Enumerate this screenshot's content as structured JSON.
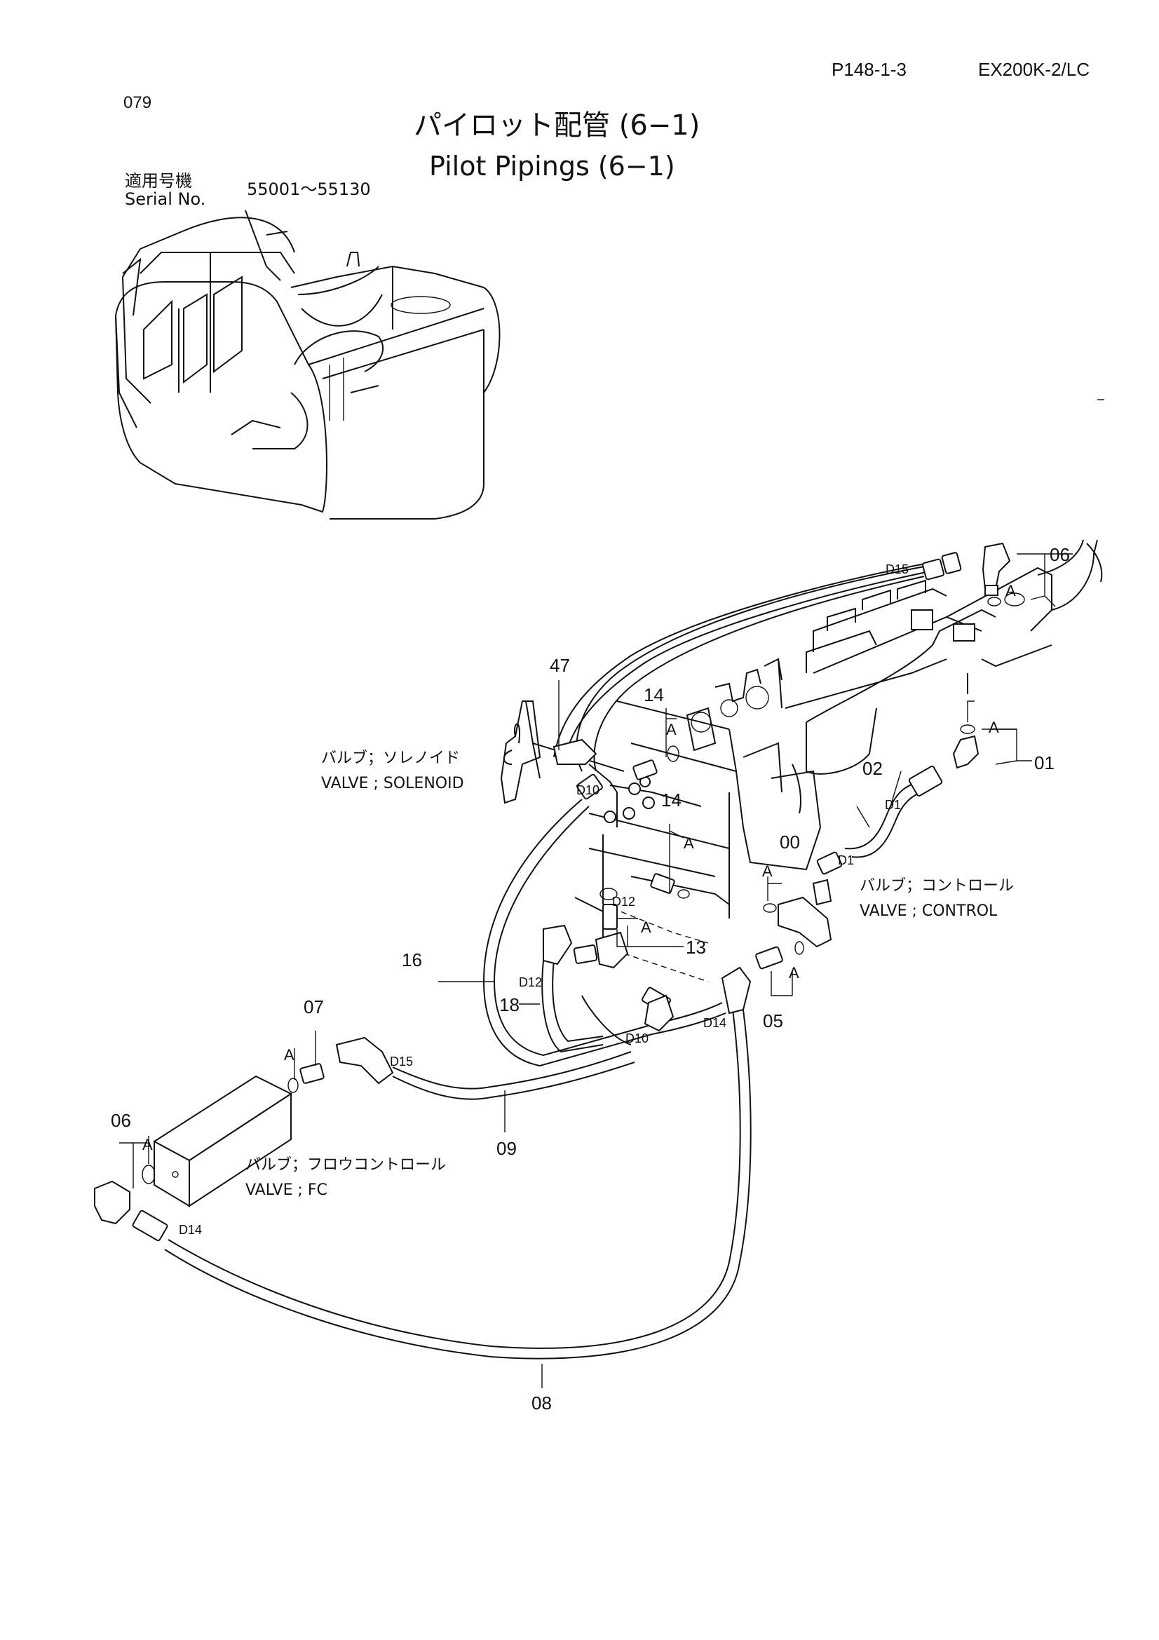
{
  "header": {
    "page_code": "P148-1-3",
    "model": "EX200K-2/LC",
    "page_number": "079"
  },
  "title": {
    "jp": "パイロット配管 (6−1)",
    "en": "Pilot Pipings (6−1)"
  },
  "serial": {
    "label_jp": "適用号機",
    "label_en": "Serial No.",
    "range": "55001〜55130"
  },
  "components": {
    "solenoid_jp": "バルブ；ソレノイド",
    "solenoid_en": "VALVE ; SOLENOID",
    "control_jp": "バルブ；コントロール",
    "control_en": "VALVE ; CONTROL",
    "fc_jp": "バルブ；フロウコントロール",
    "fc_en": "VALVE ; FC"
  },
  "callouts": {
    "p06_top": "06",
    "p01": "01",
    "p02": "02",
    "p00": "00",
    "p05": "05",
    "p13": "13",
    "p14_a": "14",
    "p14_b": "14",
    "p16": "16",
    "p18": "18",
    "p47": "47",
    "p07": "07",
    "p09": "09",
    "p06_left": "06",
    "p08": "08"
  },
  "tags": {
    "d15_top": "D15",
    "d15_mid": "D15",
    "d1_a": "D1",
    "d1_b": "D1",
    "d10_a": "D10",
    "d10_b": "D10",
    "d12_a": "D12",
    "d12_b": "D12",
    "d14_a": "D14",
    "d14_b": "D14",
    "a_marks": [
      "A",
      "A",
      "A",
      "A",
      "A",
      "A",
      "A",
      "A",
      "A"
    ]
  }
}
